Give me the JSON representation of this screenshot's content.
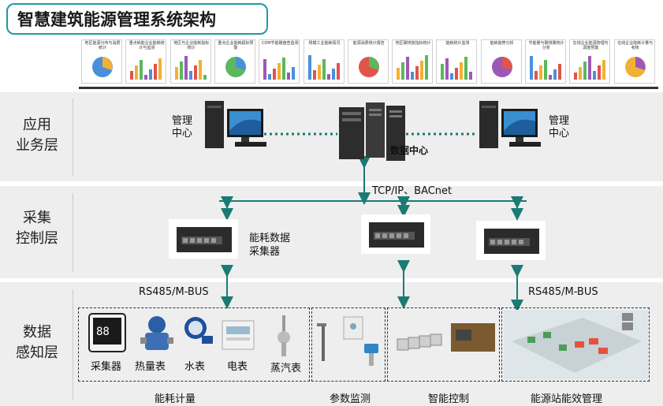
{
  "title": "智慧建筑能源管理系统架构",
  "layers": {
    "application": "应用\n业务层",
    "acquisition": "采集\n控制层",
    "perception": "数据\n感知层"
  },
  "screens": [
    "地区能源分布与消费统计",
    "重点耗能企业能耗统计与监测",
    "地区与企业能耗指标统计",
    "重点企业能耗超标预警",
    "CDM节能碳盘查监测",
    "规模工业能耗情况",
    "能源消费统计报告",
    "地区碳排放指标统计",
    "能耗统计监测",
    "能耗趋势分析",
    "节能量与碳排量统计分析",
    "在线企业能源管理与调度预警",
    "在线企业能耗计量与考核"
  ],
  "app_layer": {
    "mgmt_left": "管理\n中心",
    "mgmt_right": "管理\n中心",
    "datacenter": "数据中心"
  },
  "protocols": {
    "tcp": "TCP/IP、BACnet",
    "rs485_left": "RS485/M-BUS",
    "rs485_right": "RS485/M-BUS"
  },
  "collector": "能耗数据\n采集器",
  "devices": {
    "collector": "采集器",
    "heat_meter": "热量表",
    "water_meter": "水表",
    "electric_meter": "电表",
    "steam_meter": "蒸汽表"
  },
  "groups": {
    "energy_metering": "能耗计量",
    "param_monitoring": "参数监测",
    "smart_control": "智能控制",
    "station_mgmt": "能源站能效管理"
  },
  "colors": {
    "accent": "#1e9aa0",
    "link": "#1b7a74",
    "band": "#eeeeee"
  }
}
